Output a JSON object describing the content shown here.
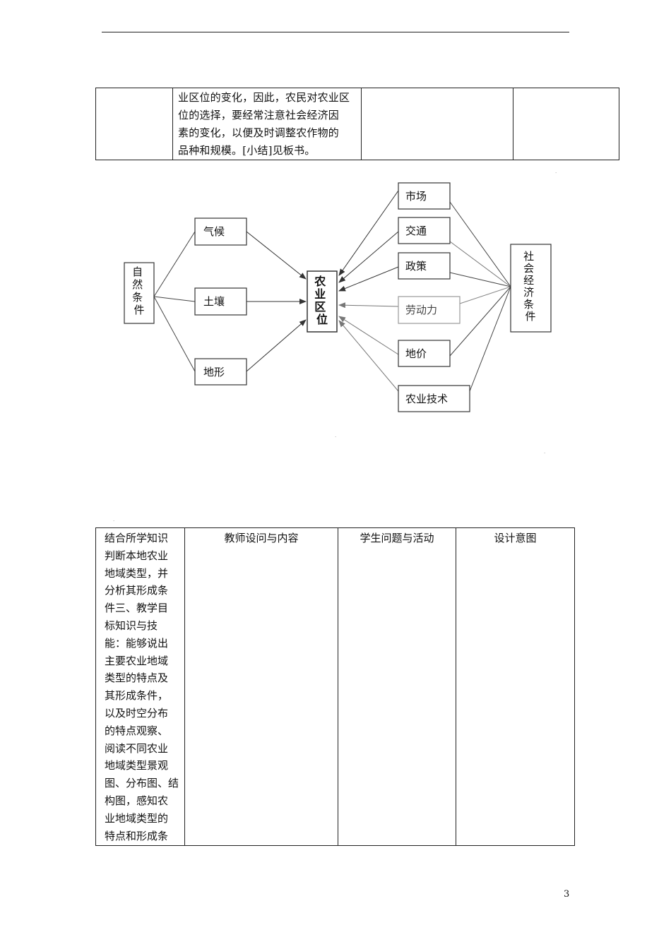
{
  "top_table": {
    "col2_text": "业区位的变化，因此，农民对农业区\n位的选择，要经常注意社会经济因\n素的变化，以便及时调整农作物的\n品种和规模。[小结]见板书。"
  },
  "diagram": {
    "natural": "自然条件",
    "center": "农业区位",
    "social": "社会经济条件",
    "natural_factors": [
      "气候",
      "土壤",
      "地形"
    ],
    "social_factors": [
      "市场",
      "交通",
      "政策",
      "劳动力",
      "地价",
      "农业技术"
    ]
  },
  "bottom_table": {
    "headers": [
      "教师设问与内容",
      "学生问题与活动",
      "设计意图"
    ],
    "left_col_text": "结合所学知识\n判断本地农业\n地域类型，并\n分析其形成条\n件三、教学目\n标知识与技\n能：能够说出\n主要农业地域\n类型的特点及\n其形成条件，\n以及时空分布\n的特点观察、\n阅读不同农业\n地域类型景观\n图、分布图、结\n构图，感知农\n业地域类型的\n特点和形成条"
  },
  "page_number": "3"
}
